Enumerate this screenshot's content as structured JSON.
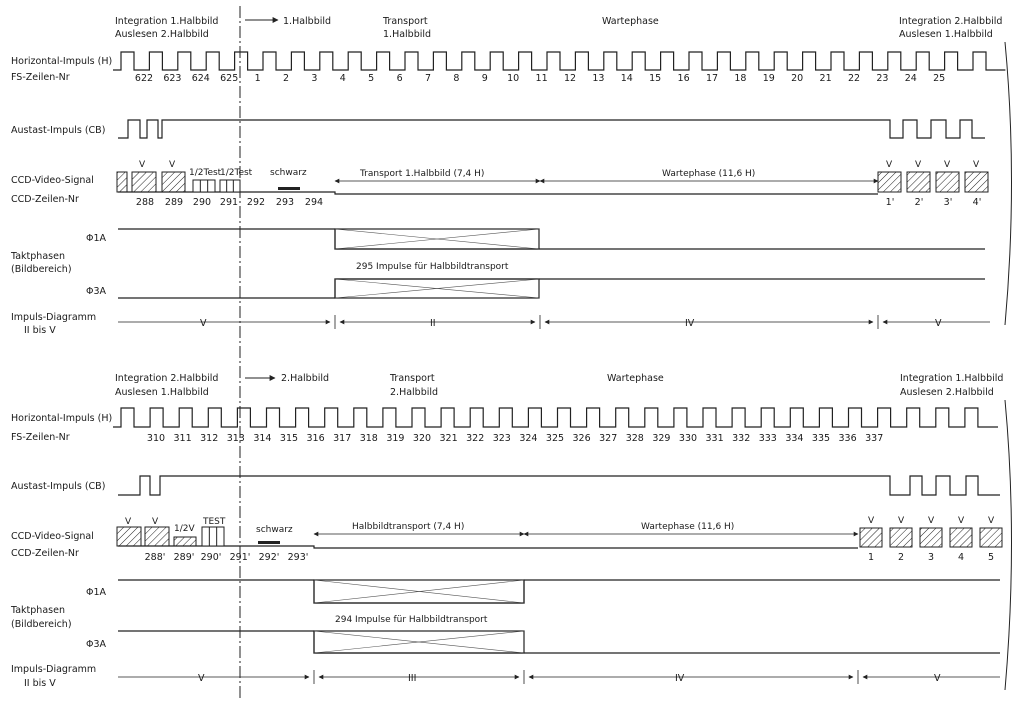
{
  "top": {
    "header_left": [
      "Integration 1.Halbbild",
      "Auslesen 2.Halbbild"
    ],
    "header_field": "1.Halbbild",
    "header_transport": [
      "Transport",
      "1.Halbbild"
    ],
    "header_wait": "Wartephase",
    "header_right": [
      "Integration 2.Halbbild",
      "Auslesen 1.Halbbild"
    ],
    "labels": {
      "h_impuls": "Horizontal-Impuls (H)",
      "fs_zeilen": "FS-Zeilen-Nr",
      "austast": "Austast-Impuls (CB)",
      "ccd_video": "CCD-Video-Signal",
      "ccd_zeilen": "CCD-Zeilen-Nr",
      "takt1": "Taktphasen",
      "takt2": "(Bildbereich)",
      "phi1": "Φ1A",
      "phi3": "Φ3A",
      "diag1": "Impuls-Diagramm",
      "diag2": "II bis V"
    },
    "fs_numbers": [
      "622",
      "623",
      "624",
      "625",
      "1",
      "2",
      "3",
      "4",
      "5",
      "6",
      "7",
      "8",
      "9",
      "10",
      "11",
      "12",
      "13",
      "14",
      "15",
      "16",
      "17",
      "18",
      "19",
      "20",
      "21",
      "22",
      "23",
      "24",
      "25"
    ],
    "ccd_numbers_left": [
      "288",
      "289",
      "290",
      "291",
      "292",
      "293",
      "294"
    ],
    "ccd_numbers_right": [
      "1'",
      "2'",
      "3'",
      "4'"
    ],
    "video_marks": [
      "V",
      "V",
      "1/2Test",
      "1/2Test",
      "schwarz"
    ],
    "video_marks_right": [
      "V",
      "V",
      "V",
      "V"
    ],
    "transport_label": "Transport 1.Halbbild (7,4 H)",
    "wait_label": "Wartephase (11,6 H)",
    "impulse_label": "295 Impulse für Halbbildtransport",
    "phases": [
      "V",
      "II",
      "IV",
      "V"
    ]
  },
  "bottom": {
    "header_left": [
      "Integration 2.Halbbild",
      "Auslesen 1.Halbbild"
    ],
    "header_field": "2.Halbbild",
    "header_transport": [
      "Transport",
      "2.Halbbild"
    ],
    "header_wait": "Wartephase",
    "header_right": [
      "Integration 1.Halbbild",
      "Auslesen 2.Halbbild"
    ],
    "labels": {
      "h_impuls": "Horizontal-Impuls (H)",
      "fs_zeilen": "FS-Zeilen-Nr",
      "austast": "Austast-Impuls (CB)",
      "ccd_video": "CCD-Video-Signal",
      "ccd_zeilen": "CCD-Zeilen-Nr",
      "takt1": "Taktphasen",
      "takt2": "(Bildbereich)",
      "phi1": "Φ1A",
      "phi3": "Φ3A",
      "diag1": "Impuls-Diagramm",
      "diag2": "II bis V"
    },
    "fs_numbers": [
      "310",
      "311",
      "312",
      "313",
      "314",
      "315",
      "316",
      "317",
      "318",
      "319",
      "320",
      "321",
      "322",
      "323",
      "324",
      "325",
      "326",
      "327",
      "328",
      "329",
      "330",
      "331",
      "332",
      "333",
      "334",
      "335",
      "336",
      "337"
    ],
    "ccd_numbers_left": [
      "288'",
      "289'",
      "290'",
      "291'",
      "292'",
      "293'"
    ],
    "ccd_numbers_right": [
      "1",
      "2",
      "3",
      "4",
      "5"
    ],
    "video_marks": [
      "V",
      "V",
      "1/2V",
      "TEST",
      "schwarz"
    ],
    "video_marks_right": [
      "V",
      "V",
      "V",
      "V",
      "V"
    ],
    "transport_label": "Halbbildtransport (7,4 H)",
    "wait_label": "Wartephase (11,6 H)",
    "impulse_label": "294 Impulse für Halbbildtransport",
    "phases": [
      "V",
      "III",
      "IV",
      "V"
    ]
  }
}
